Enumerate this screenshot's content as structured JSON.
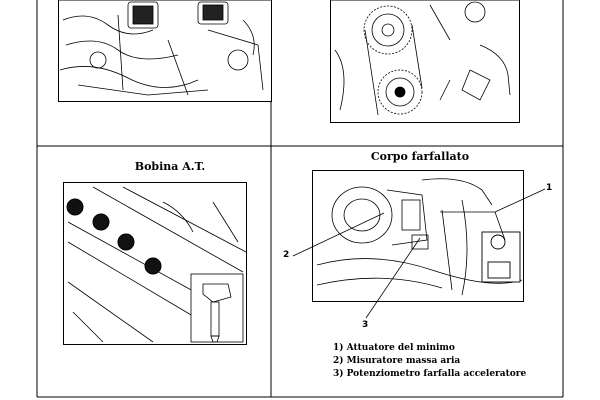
{
  "panels": {
    "bottom_left": {
      "title": "Bobina A.T."
    },
    "bottom_right": {
      "title": "Corpo farfallato",
      "callouts": [
        "1",
        "2",
        "3"
      ],
      "legend": [
        "1) Attuatore del minimo",
        "2) Misuratore massa aria",
        "3) Potenziometro farfalla acceleratore"
      ]
    }
  }
}
